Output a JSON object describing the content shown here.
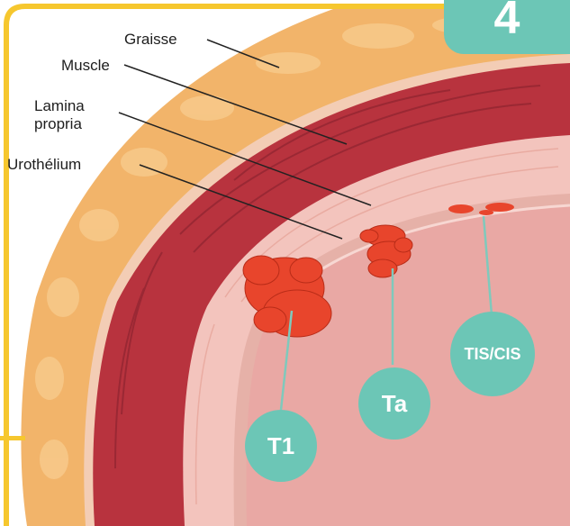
{
  "step_number": "4",
  "layers": {
    "fat": "Graisse",
    "muscle": "Muscle",
    "lamina_line1": "Lamina",
    "lamina_line2": "propria",
    "urothelium": "Urothélium"
  },
  "stages": {
    "t1": "T1",
    "ta": "Ta",
    "tis": "TIS/CIS"
  },
  "colors": {
    "frame": "#f6c72e",
    "badge": "#6cc6b6",
    "fat": "#f2b46a",
    "muscle": "#b8333e",
    "lamina": "#f3c4bd",
    "lumen": "#e9a8a4",
    "tumor": "#e8452c"
  }
}
